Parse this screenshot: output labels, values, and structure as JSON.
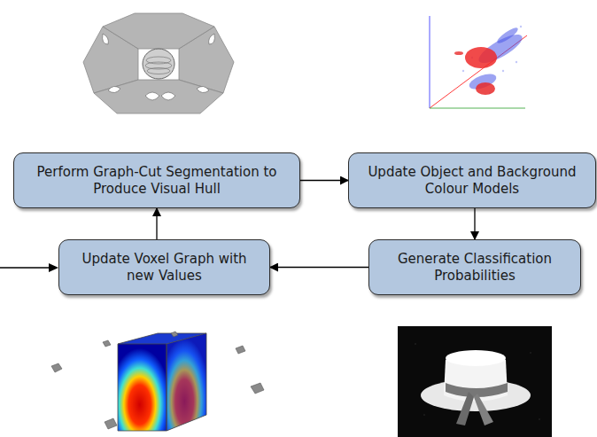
{
  "diagram": {
    "nodes": [
      {
        "text": [
          "Perform Graph-Cut Segmentation to Produce Visual Hull"
        ]
      },
      {
        "text": [
          "Update Object and Background Colour Models"
        ]
      },
      {
        "text": [
          "Generate Classification Probabilities"
        ]
      },
      {
        "text": [
          "Update Voxel Graph with new Values"
        ]
      }
    ],
    "edges": [
      {
        "from": 0,
        "to": 1,
        "arrow": "to"
      },
      {
        "from": 1,
        "to": 2,
        "arrow": "to"
      },
      {
        "from": 2,
        "to": 3,
        "arrow": "to"
      },
      {
        "from": 3,
        "to": 0,
        "arrow": "to"
      }
    ]
  }
}
